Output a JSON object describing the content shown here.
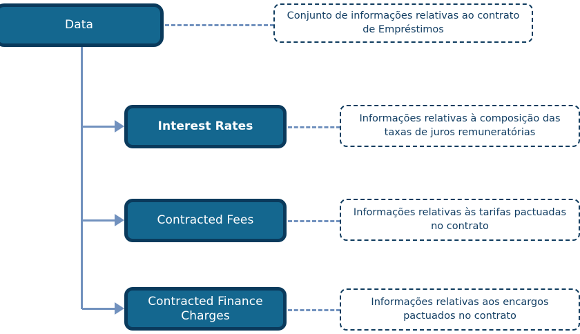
{
  "diagram": {
    "type": "hierarchical-tree",
    "root": {
      "label": "Data",
      "note": "Conjunto de informações relativas ao contrato de Empréstimos"
    },
    "children": [
      {
        "label": "Interest Rates",
        "note": "Informações relativas à composição das taxas de juros remuneratórias"
      },
      {
        "label": "Contracted Fees",
        "note": "Informações relativas às tarifas pactuadas no contrato"
      },
      {
        "label": "Contracted Finance Charges",
        "note": "Informações relativas aos encargos pactuados no contrato"
      }
    ],
    "colors": {
      "node_fill": "#14678F",
      "node_border": "#0A3A5C",
      "node_text": "#FFFFFF",
      "note_border": "#0E3B5E",
      "note_text": "#123E63",
      "connector": "#7191BE",
      "background": "#FFFFFF"
    }
  }
}
